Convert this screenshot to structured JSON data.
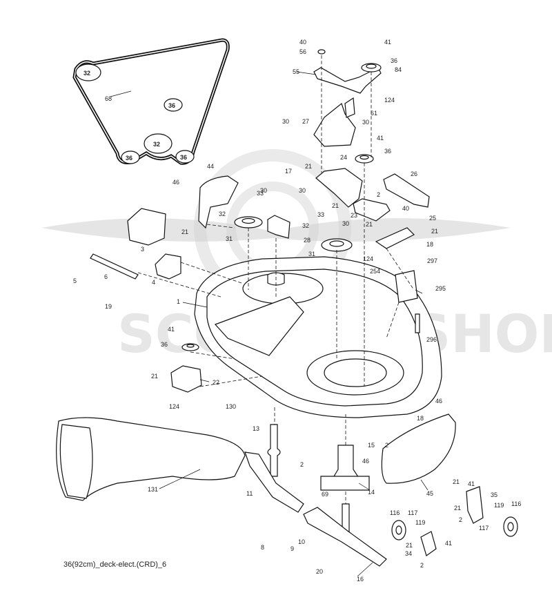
{
  "caption": "36(92cm)_deck-elect.(CRD)_6",
  "watermark": "SCOOTER SHOP",
  "callouts": {
    "c1": "1",
    "c2a": "2",
    "c2b": "2",
    "c2c": "2",
    "c2d": "2",
    "c2e": "2",
    "c3": "3",
    "c4": "4",
    "c5": "5",
    "c6": "6",
    "c8": "8",
    "c9": "9",
    "c10": "10",
    "c11": "11",
    "c13": "13",
    "c14": "14",
    "c15": "15",
    "c16": "16",
    "c17": "17",
    "c18a": "18",
    "c18b": "18",
    "c19": "19",
    "c20": "20",
    "c21a": "21",
    "c21b": "21",
    "c21c": "21",
    "c21d": "21",
    "c21e": "21",
    "c21f": "21",
    "c21g": "21",
    "c21h": "21",
    "c21i": "21",
    "c22": "22",
    "c23": "23",
    "c24": "24",
    "c25": "25",
    "c26": "26",
    "c27": "27",
    "c28": "28",
    "c30a": "30",
    "c30b": "30",
    "c30c": "30",
    "c30d": "30",
    "c30e": "30",
    "c31a": "31",
    "c31b": "31",
    "c32a": "32",
    "c32b": "32",
    "c33a": "33",
    "c33b": "33",
    "c34": "34",
    "c35": "35",
    "c36a": "36",
    "c36b": "36",
    "c36c": "36",
    "c40a": "40",
    "c40b": "40",
    "c41a": "41",
    "c41b": "41",
    "c41c": "41",
    "c41d": "41",
    "c41e": "41",
    "c44": "44",
    "c45": "45",
    "c46a": "46",
    "c46b": "46",
    "c46c": "46",
    "c55": "55",
    "c56": "56",
    "c61": "61",
    "c68": "68",
    "c69": "69",
    "c84": "84",
    "c116a": "116",
    "c116b": "116",
    "c117a": "117",
    "c117b": "117",
    "c119a": "119",
    "c119b": "119",
    "c124a": "124",
    "c124b": "124",
    "c124c": "124",
    "c130": "130",
    "c131": "131",
    "c254": "254",
    "c295": "295",
    "c296": "296",
    "c297": "297"
  },
  "belt_pulley_labels": {
    "p1": "32",
    "p2": "36",
    "p3": "32",
    "p4": "36",
    "p5": "36"
  },
  "colors": {
    "ink": "#111111",
    "paper": "#ffffff",
    "watermark": "#cfcfcf"
  }
}
